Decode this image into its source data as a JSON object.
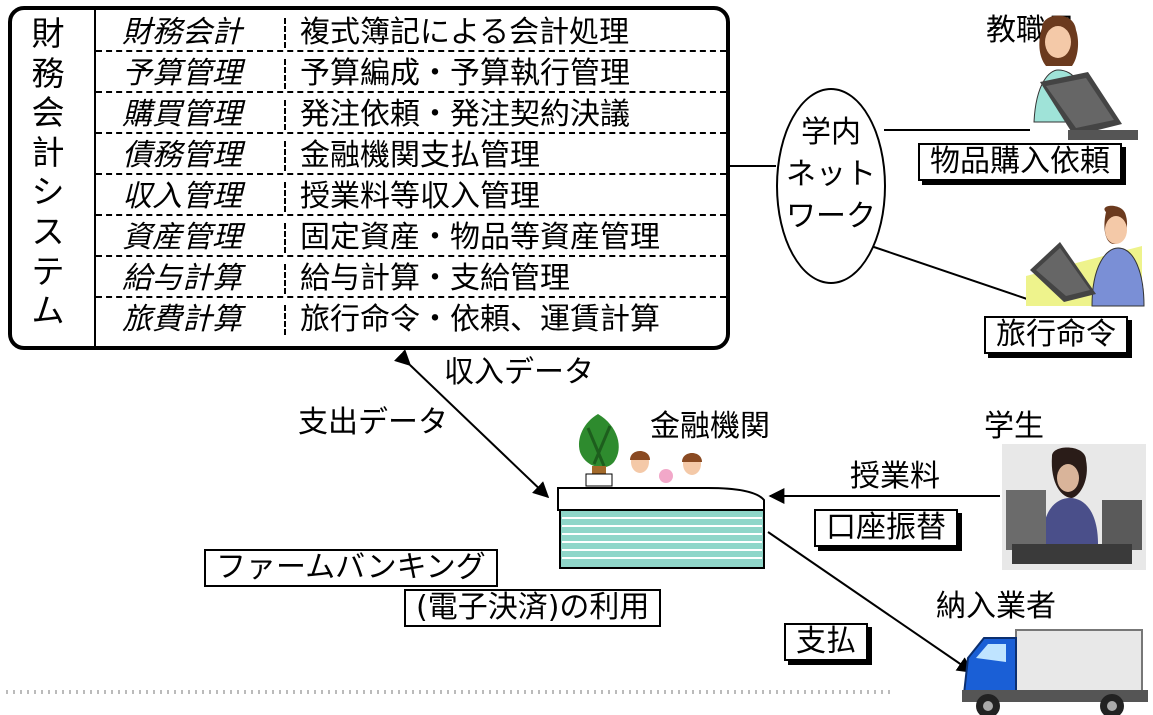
{
  "system": {
    "title_chars": [
      "財",
      "務",
      "会",
      "計",
      "シ",
      "ス",
      "テ",
      "ム"
    ],
    "modules": [
      {
        "name": "財務会計",
        "desc": "複式簿記による会計処理"
      },
      {
        "name": "予算管理",
        "desc": "予算編成・予算執行管理"
      },
      {
        "name": "購買管理",
        "desc": "発注依頼・発注契約決議"
      },
      {
        "name": "債務管理",
        "desc": "金融機関支払管理"
      },
      {
        "name": "収入管理",
        "desc": "授業料等収入管理"
      },
      {
        "name": "資産管理",
        "desc": "固定資産・物品等資産管理"
      },
      {
        "name": "給与計算",
        "desc": "給与計算・支給管理"
      },
      {
        "name": "旅費計算",
        "desc": "旅行命令・依頼、運賃計算"
      }
    ]
  },
  "network": {
    "lines": [
      "学内",
      "ネット",
      "ワーク"
    ]
  },
  "staff": {
    "label": "教職員",
    "request": "物品購入依頼",
    "travel": "旅行命令"
  },
  "bank": {
    "label": "金融機関"
  },
  "flows": {
    "income": "収入データ",
    "expense": "支出データ",
    "payment": "支払"
  },
  "firm_banking": {
    "line1": "ファームバンキング",
    "line2": "(電子決済)の利用"
  },
  "student": {
    "label": "学生",
    "fee": "授業料",
    "transfer": "口座振替"
  },
  "vendor": {
    "label": "納入業者"
  },
  "colors": {
    "desk": "#8fd6c9",
    "desk_top": "#ffffff",
    "truck_cab": "#1a5fd6",
    "plant": "#2e8b2e",
    "person_skin": "#f4c9a8"
  }
}
